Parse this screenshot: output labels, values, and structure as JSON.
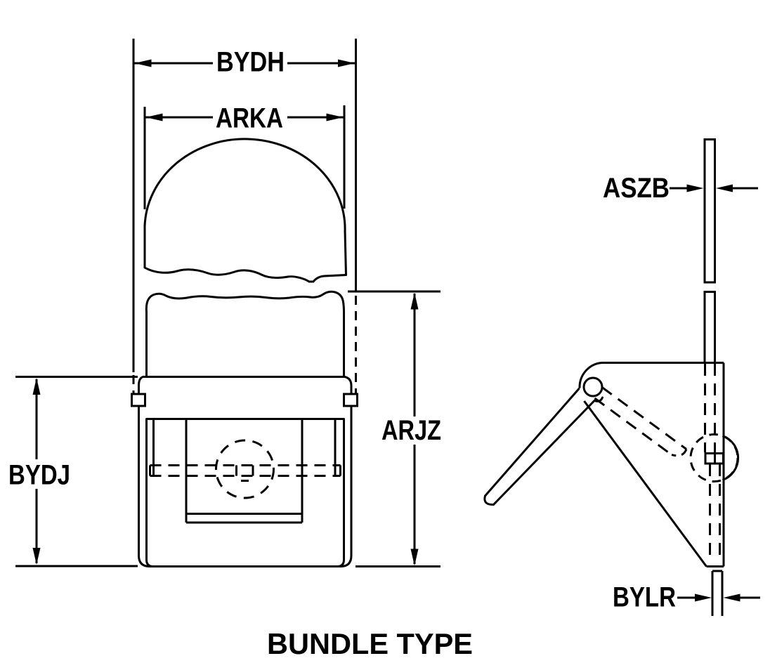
{
  "title": {
    "text": "BUNDLE TYPE"
  },
  "labels": {
    "bydh": "BYDH",
    "arka": "ARKA",
    "arjz": "ARJZ",
    "bydj": "BYDJ",
    "aszb": "ASZB",
    "bylr": "BYLR"
  },
  "colors": {
    "line": "#000000",
    "background": "#ffffff"
  }
}
